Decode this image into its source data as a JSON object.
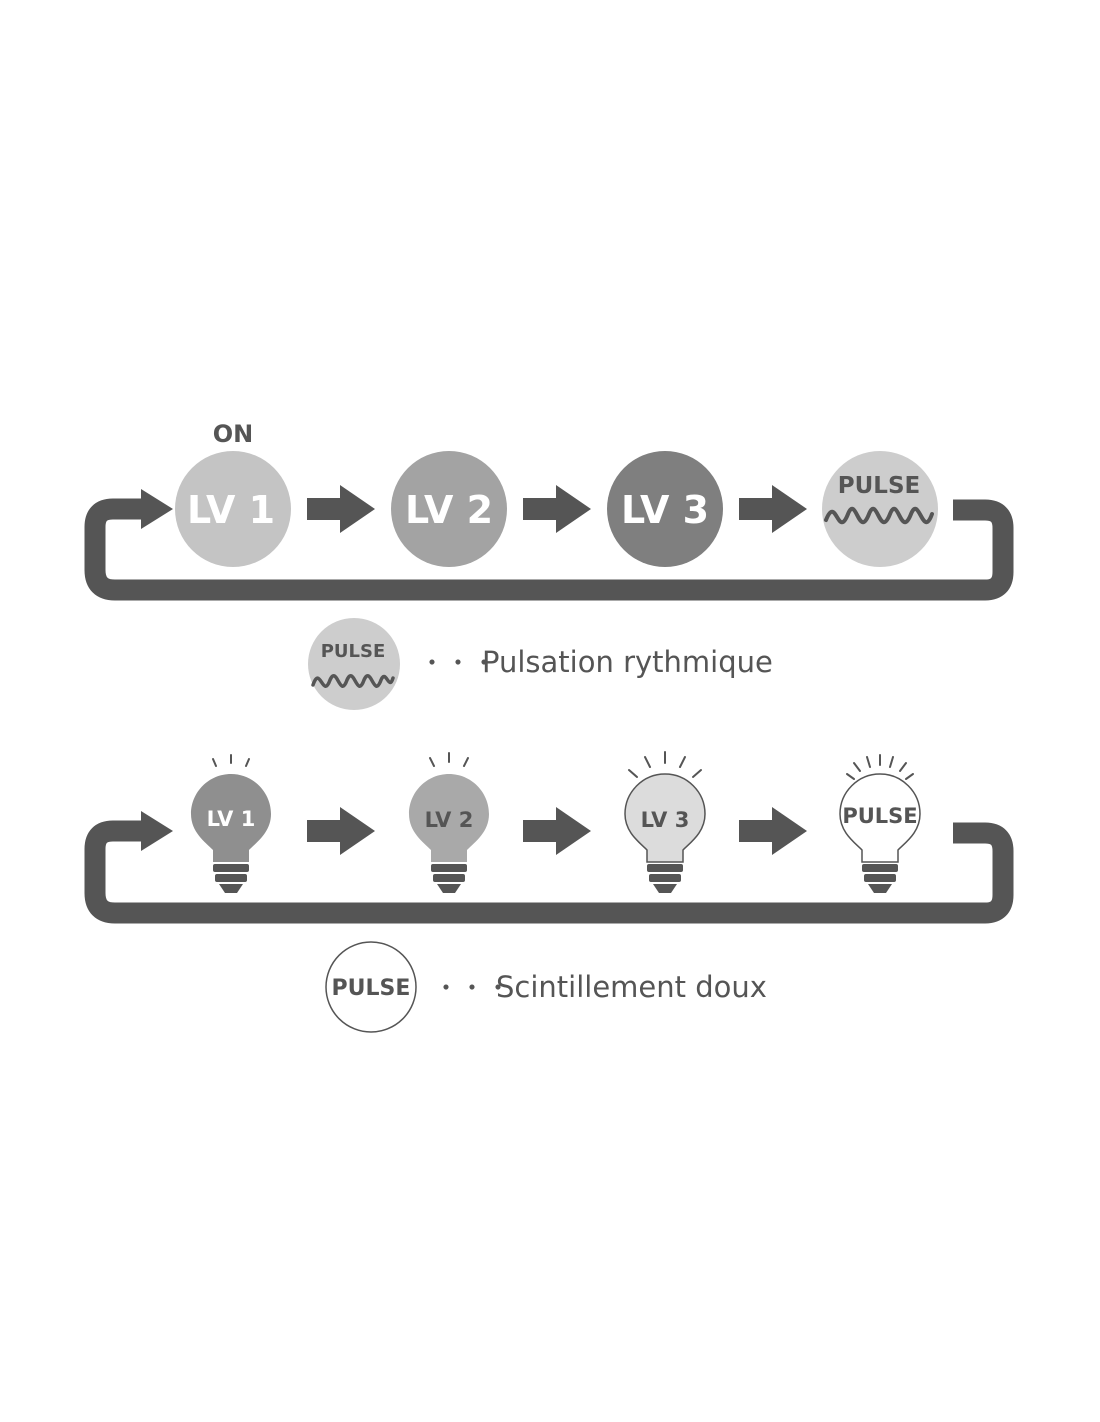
{
  "colors": {
    "background": "#ffffff",
    "arrow": "#555555",
    "circle_lv1": "#c4c4c4",
    "circle_lv2": "#a3a3a3",
    "circle_lv3": "#7f7f7f",
    "circle_pulse": "#cdcdcd",
    "bulb_lv1": "#8f8f8f",
    "bulb_lv2": "#a9a9a9",
    "bulb_lv3": "#dcdcdc",
    "bulb_pulse": "#ffffff",
    "text_light": "#ffffff",
    "text_dark": "#555555"
  },
  "cycle_top": {
    "on_label": "ON",
    "steps": [
      "LV 1",
      "LV 2",
      "LV 3",
      "PULSE"
    ]
  },
  "legend_top": {
    "icon_label": "PULSE",
    "dots": "・・・",
    "text": "Pulsation rythmique"
  },
  "cycle_bottom": {
    "steps": [
      "LV 1",
      "LV 2",
      "LV 3",
      "PULSE"
    ]
  },
  "legend_bottom": {
    "icon_label": "PULSE",
    "dots": "・・・",
    "text": "Scintillement doux"
  },
  "icons": {
    "cycle_arrow": "right-arrow-icon",
    "loop_return": "loop-return-arrow",
    "wave": "wave-icon",
    "bulb": "light-bulb-icon",
    "rays": "light-rays-icon"
  }
}
